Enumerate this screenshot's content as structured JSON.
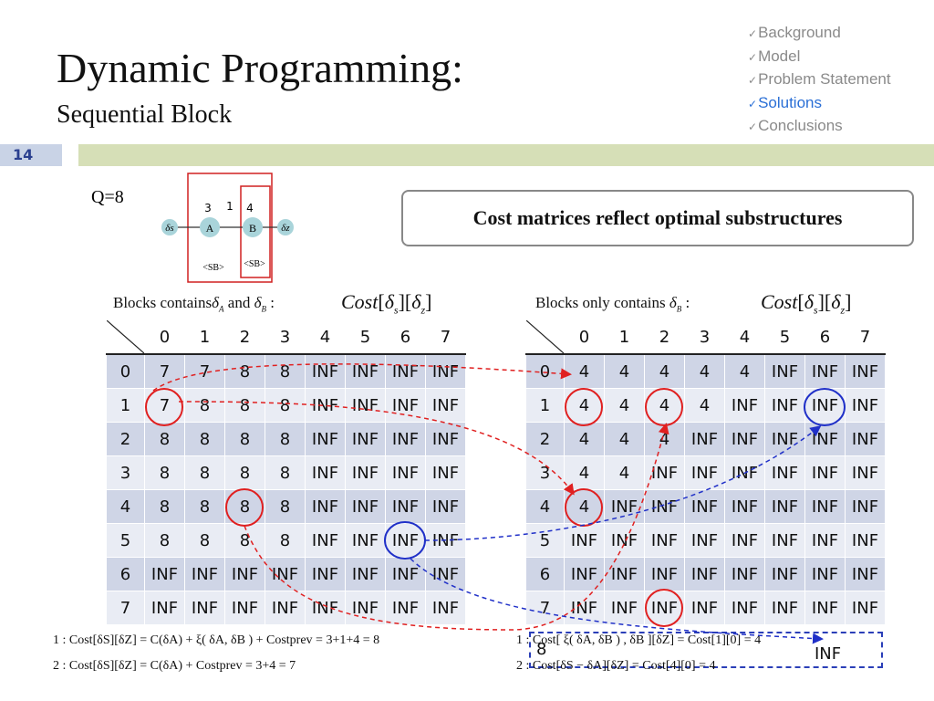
{
  "slide": {
    "title": "Dynamic Programming:",
    "subtitle": "Sequential Block",
    "number": "14"
  },
  "outline": {
    "items": [
      {
        "label": "Background",
        "active": false
      },
      {
        "label": "Model",
        "active": false
      },
      {
        "label": "Problem Statement",
        "active": false
      },
      {
        "label": "Solutions",
        "active": true
      },
      {
        "label": "Conclusions",
        "active": false
      }
    ],
    "check": "✓"
  },
  "diagram": {
    "q_label": "Q=8",
    "nodes": [
      "δs",
      "A",
      "B",
      "δz"
    ],
    "cost_a": "3",
    "cost_link": "1",
    "cost_b": "4",
    "sb_label": "<SB>"
  },
  "callout": "Cost matrices reflect optimal substructures",
  "left_table": {
    "caption_pre": "Blocks contains",
    "caption_mid": "and",
    "cost_label": "Cost[δs][δz]",
    "cols": [
      "0",
      "1",
      "2",
      "3",
      "4",
      "5",
      "6",
      "7"
    ],
    "rows": [
      {
        "h": "0",
        "v": [
          "7",
          "7",
          "8",
          "8",
          "INF",
          "INF",
          "INF",
          "INF"
        ]
      },
      {
        "h": "1",
        "v": [
          "7",
          "8",
          "8",
          "8",
          "INF",
          "INF",
          "INF",
          "INF"
        ]
      },
      {
        "h": "2",
        "v": [
          "8",
          "8",
          "8",
          "8",
          "INF",
          "INF",
          "INF",
          "INF"
        ]
      },
      {
        "h": "3",
        "v": [
          "8",
          "8",
          "8",
          "8",
          "INF",
          "INF",
          "INF",
          "INF"
        ]
      },
      {
        "h": "4",
        "v": [
          "8",
          "8",
          "8",
          "8",
          "INF",
          "INF",
          "INF",
          "INF"
        ]
      },
      {
        "h": "5",
        "v": [
          "8",
          "8",
          "8",
          "8",
          "INF",
          "INF",
          "INF",
          "INF"
        ]
      },
      {
        "h": "6",
        "v": [
          "INF",
          "INF",
          "INF",
          "INF",
          "INF",
          "INF",
          "INF",
          "INF"
        ]
      },
      {
        "h": "7",
        "v": [
          "INF",
          "INF",
          "INF",
          "INF",
          "INF",
          "INF",
          "INF",
          "INF"
        ]
      }
    ]
  },
  "right_table": {
    "caption": "Blocks only contains",
    "cost_label": "Cost[δs][δz]",
    "cols": [
      "0",
      "1",
      "2",
      "3",
      "4",
      "5",
      "6",
      "7"
    ],
    "rows": [
      {
        "h": "0",
        "v": [
          "4",
          "4",
          "4",
          "4",
          "4",
          "INF",
          "INF",
          "INF"
        ]
      },
      {
        "h": "1",
        "v": [
          "4",
          "4",
          "4",
          "4",
          "INF",
          "INF",
          "INF",
          "INF"
        ]
      },
      {
        "h": "2",
        "v": [
          "4",
          "4",
          "4",
          "INF",
          "INF",
          "INF",
          "INF",
          "INF"
        ]
      },
      {
        "h": "3",
        "v": [
          "4",
          "4",
          "INF",
          "INF",
          "INF",
          "INF",
          "INF",
          "INF"
        ]
      },
      {
        "h": "4",
        "v": [
          "4",
          "INF",
          "INF",
          "INF",
          "INF",
          "INF",
          "INF",
          "INF"
        ]
      },
      {
        "h": "5",
        "v": [
          "INF",
          "INF",
          "INF",
          "INF",
          "INF",
          "INF",
          "INF",
          "INF"
        ]
      },
      {
        "h": "6",
        "v": [
          "INF",
          "INF",
          "INF",
          "INF",
          "INF",
          "INF",
          "INF",
          "INF"
        ]
      },
      {
        "h": "7",
        "v": [
          "INF",
          "INF",
          "INF",
          "INF",
          "INF",
          "INF",
          "INF",
          "INF"
        ]
      }
    ]
  },
  "formulas": {
    "left_1": "1 : Cost[δS][δZ] = C(δA) + ξ( δA, δB ) + Costprev = 3+1+4 = 8",
    "left_2": "2 : Cost[δS][δZ] = C(δA) + Costprev = 3+4 = 7",
    "right_1": "1 : Cost[ ξ( δA, δB ) , δB ][δZ] = Cost[1][0] = 4",
    "right_2": "2 : Cost[δS − δA][δZ] = Cost[4][0] = 4",
    "note_8": "8",
    "note_inf": "INF"
  },
  "colors": {
    "red": "#e02020",
    "blue": "#2030c8",
    "active": "#2a6fd6"
  }
}
